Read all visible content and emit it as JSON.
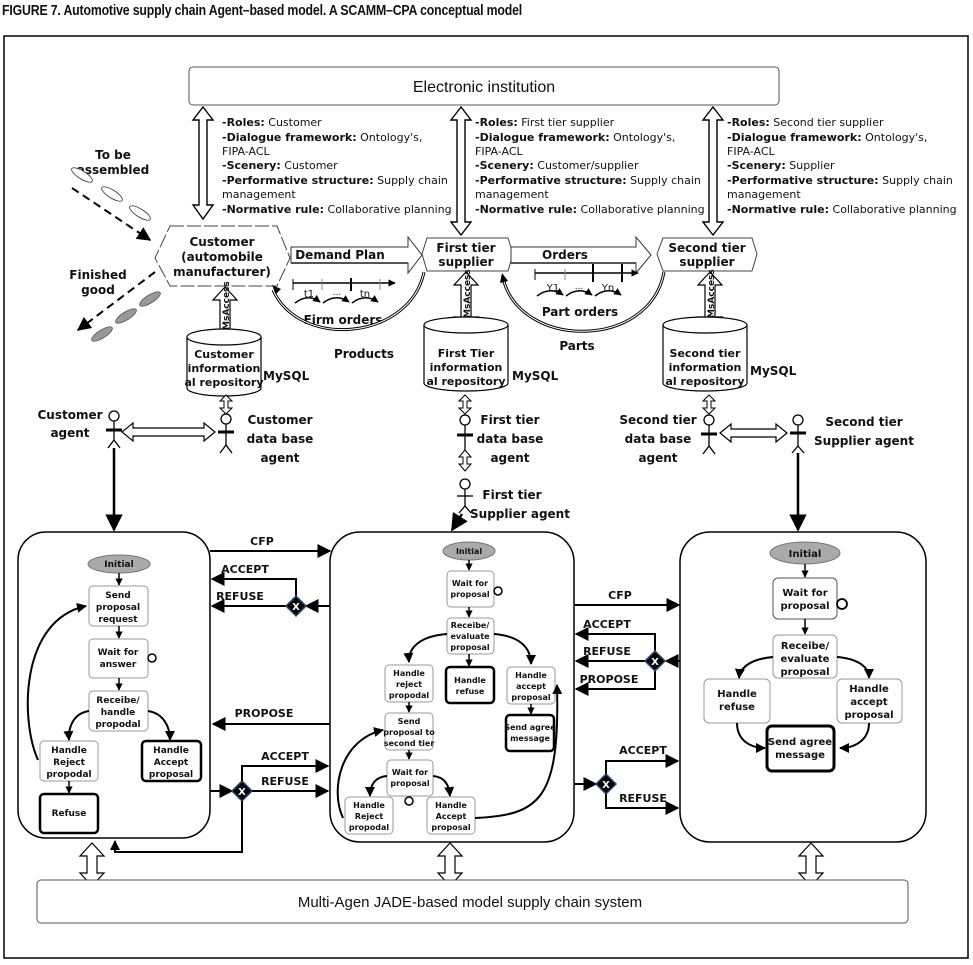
{
  "figure_title": "FIGURE 7. Automotive supply chain Agent–based model. A SCAMM–CPA conceptual model",
  "electronic_institution": "Electronic institution",
  "bottom_system": "Multi-Agen JADE-based model supply chain system",
  "role_descriptions": [
    {
      "roles_label": "-Roles:",
      "roles_value": " Customer",
      "dialogue_label": "-Dialogue framework:",
      "dialogue_value": " Ontology's,",
      "dialogue_value2": "FIPA-ACL",
      "scenery_label": "-Scenery:",
      "scenery_value": " Customer",
      "performative_label": "-Performative structure:",
      "performative_value": " Supply chain",
      "performative_value2": "management",
      "normative_label": "-Normative rule:",
      "normative_value": " Collaborative planning"
    },
    {
      "roles_label": "-Roles:",
      "roles_value": " First tier supplier",
      "dialogue_label": "-Dialogue framework:",
      "dialogue_value": " Ontology's,",
      "dialogue_value2": "FIPA-ACL",
      "scenery_label": "-Scenery:",
      "scenery_value": " Customer/supplier",
      "performative_label": "-Performative structure:",
      "performative_value": " Supply chain",
      "performative_value2": "management",
      "normative_label": "-Normative rule:",
      "normative_value": " Collaborative planning"
    },
    {
      "roles_label": "-Roles:",
      "roles_value": " Second tier supplier",
      "dialogue_label": "-Dialogue framework:",
      "dialogue_value": " Ontology's,",
      "dialogue_value2": "FIPA-ACL",
      "scenery_label": "-Scenery:",
      "scenery_value": " Supplier",
      "performative_label": "-Performative structure:",
      "performative_value": " Supply chain",
      "performative_value2": "management",
      "normative_label": "-Normative rule:",
      "normative_value": " Collaborative planning"
    }
  ],
  "left_flows": {
    "to_be_assembled": [
      "To be",
      "assembled"
    ],
    "finished_good": [
      "Finished",
      "good"
    ]
  },
  "nodes": {
    "customer": [
      "Customer",
      "(automobile",
      "manufacturer)"
    ],
    "first_tier": [
      "First tier",
      "supplier"
    ],
    "second_tier": [
      "Second tier",
      "supplier"
    ]
  },
  "flows": {
    "demand_plan": "Demand Plan",
    "firm_orders": "Firm orders",
    "products": "Products",
    "t_labels": [
      "t1",
      "...",
      "tn"
    ],
    "orders": "Orders",
    "part_orders": "Part orders",
    "parts": "Parts",
    "y_labels": [
      "Y1",
      "...",
      "Yn"
    ]
  },
  "db_access_label": "MsAccess",
  "mysql_label": "MySQL",
  "repositories": {
    "customer": [
      "Customer",
      "information",
      "al repository"
    ],
    "first_tier": [
      "First Tier",
      "information",
      "al repository"
    ],
    "second_tier": [
      "Second tier",
      "information",
      "al repository"
    ]
  },
  "agents": {
    "customer_agent": [
      "Customer",
      "agent"
    ],
    "customer_db_agent": [
      "Customer",
      "data base",
      "agent"
    ],
    "first_tier_db_agent": [
      "First tier",
      "data base",
      "agent"
    ],
    "first_tier_supplier_agent": [
      "First tier",
      "Supplier agent"
    ],
    "second_tier_db_agent": [
      "Second tier",
      "data base",
      "agent"
    ],
    "second_tier_supplier_agent": [
      "Second tier",
      "Supplier agent"
    ]
  },
  "messages": {
    "cfp": "CFP",
    "accept": "ACCEPT",
    "refuse": "REFUSE",
    "propose": "PROPOSE",
    "gateway": "X"
  },
  "customer_flow": {
    "initial": "Initial",
    "send_request": [
      "Send",
      "proposal",
      "request"
    ],
    "wait_answer": [
      "Wait for",
      "answer"
    ],
    "receive_handle": [
      "Receibe/",
      "handle",
      "propodal"
    ],
    "handle_reject": [
      "Handle",
      "Reject",
      "propodal"
    ],
    "handle_accept": [
      "Handle",
      "Accept",
      "proposal"
    ],
    "refuse": "Refuse"
  },
  "first_tier_flow": {
    "initial": "Initial",
    "wait_proposal": [
      "Wait for",
      "proposal"
    ],
    "receive_evaluate": [
      "Receibe/",
      "evaluate",
      "proposal"
    ],
    "handle_reject": [
      "Handle",
      "reject",
      "propodal"
    ],
    "handle_refuse": [
      "Handle",
      "refuse"
    ],
    "handle_accept": [
      "Handle",
      "accept",
      "proposal"
    ],
    "send_agree": [
      "Send agree",
      "message"
    ],
    "send_second": [
      "Send",
      "proposal to",
      "second tier"
    ],
    "wait_proposal2": [
      "Wait for",
      "proposal"
    ],
    "handle_reject2": [
      "Handle",
      "Reject",
      "propodal"
    ],
    "handle_accept2": [
      "Handle",
      "Accept",
      "proposal"
    ]
  },
  "second_tier_flow": {
    "initial": "Initial",
    "wait_proposal": [
      "Wait for",
      "proposal"
    ],
    "receive_evaluate": [
      "Receibe/",
      "evaluate",
      "proposal"
    ],
    "handle_refuse": [
      "Handle",
      "refuse"
    ],
    "handle_accept": [
      "Handle",
      "accept",
      "proposal"
    ],
    "send_agree": [
      "Send agree",
      "message"
    ]
  }
}
